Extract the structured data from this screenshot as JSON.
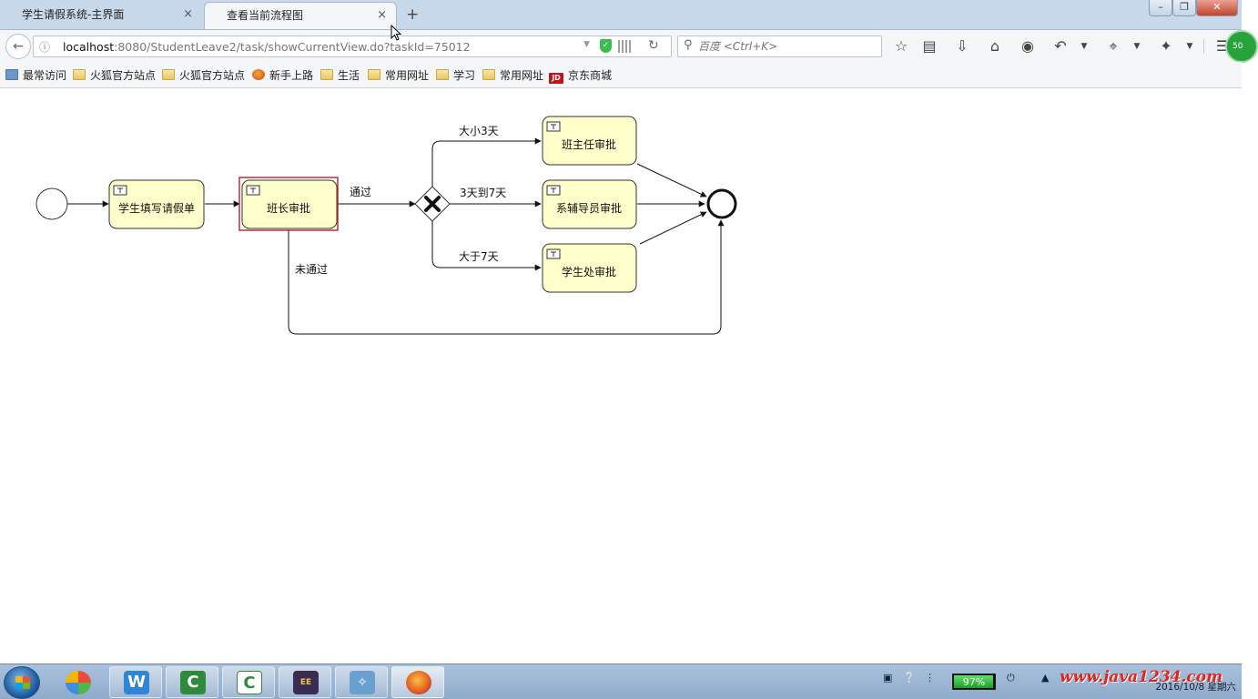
{
  "tabs": [
    {
      "label": "学生请假系统-主界面",
      "close": "×"
    },
    {
      "label": "查看当前流程图",
      "close": "×"
    }
  ],
  "new_tab": "+",
  "window_controls": {
    "minimize": "–",
    "maximize": "❐",
    "close": "✕"
  },
  "nav": {
    "url_host": "localhost",
    "url_rest": ":8080/StudentLeave2/task/showCurrentView.do?taskId=75012",
    "search_placeholder": "百度 <Ctrl+K>"
  },
  "bookmarks": [
    {
      "label": "最常访问",
      "icon": "star-icon"
    },
    {
      "label": "火狐官方站点",
      "icon": "folder-icon"
    },
    {
      "label": "火狐官方站点",
      "icon": "folder-icon"
    },
    {
      "label": "新手上路",
      "icon": "firefox-icon"
    },
    {
      "label": "生活",
      "icon": "folder-icon"
    },
    {
      "label": "常用网址",
      "icon": "folder-icon"
    },
    {
      "label": "学习",
      "icon": "folder-icon"
    },
    {
      "label": "常用网址",
      "icon": "folder-icon"
    },
    {
      "label": "京东商城",
      "icon": "jd-icon"
    }
  ],
  "diagram": {
    "tasks": {
      "fill_leave": "学生填写请假单",
      "monitor_approve": "班长审批",
      "headteacher_approve": "班主任审批",
      "counselor_approve": "系辅导员审批",
      "office_approve": "学生处审批"
    },
    "flows": {
      "passed": "通过",
      "not_passed": "未通过",
      "less_3_days": "大小3天",
      "three_to_seven": "3天到7天",
      "more_7_days": "大于7天"
    },
    "active_task": "monitor_approve",
    "active_color": "#b0303a",
    "task_fill": "#ffffcc"
  },
  "taskbar": {
    "battery_percent": 97,
    "battery_label": "97%",
    "date": "2016/10/8 星期六",
    "watermark": "www.java1234.com"
  },
  "greenbadge": "50"
}
